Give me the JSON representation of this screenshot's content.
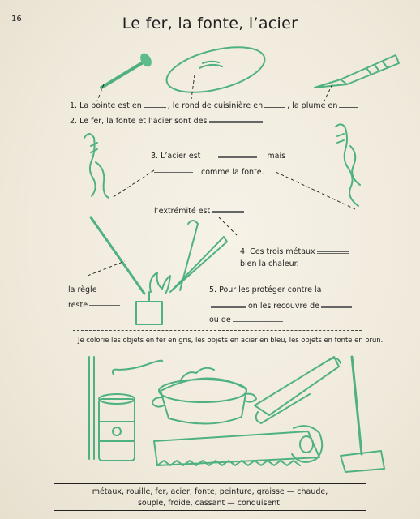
{
  "page_number": "16",
  "title": "Le fer, la fonte, l’acier",
  "q1": {
    "a": "1. La pointe est en",
    "b": ", le rond de cuisinière en",
    "c": ", la plume en"
  },
  "q2": {
    "a": "2. Le fer, la fonte et l’acier sont des"
  },
  "q3": {
    "a": "3. L’acier est",
    "b": "mais",
    "c": "comme la fonte."
  },
  "extremite": "l’extrémité est",
  "q4": {
    "a": "4. Ces trois métaux",
    "b": "bien la chaleur."
  },
  "regle": {
    "a": "la règle",
    "b": "reste"
  },
  "q5": {
    "a": "5. Pour les protéger contre la",
    "b": "on les recouvre de",
    "c": "ou de"
  },
  "instruction": "Je colorie les objets en fer en gris, les objets en acier en bleu, les objets en fonte en brun.",
  "word_bank": {
    "line1": "métaux, rouille, fer, acier, fonte, peinture, graisse — chaude,",
    "line2": "souple, froide, cassant — conduisent."
  },
  "colors": {
    "ink": "#1f1f1f",
    "illustration_green": "#4fb181",
    "paper": "#f3eee2"
  }
}
